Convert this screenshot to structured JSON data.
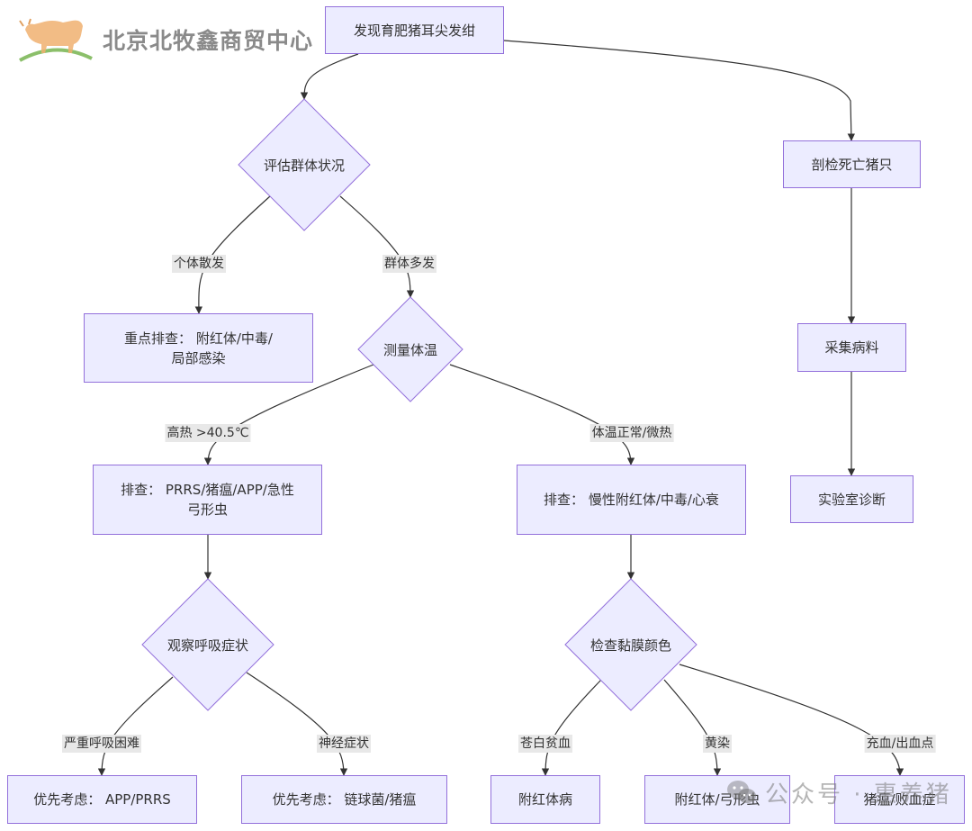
{
  "logo": {
    "text": "北京北牧鑫商贸中心"
  },
  "watermark": {
    "text": "公众号 · 惠养猪"
  },
  "nodes": {
    "start": "发现育肥猪耳尖发绀",
    "assess": "评估群体状况",
    "necropsy": "剖检死亡猪只",
    "individual_check": "重点排查： 附红体/中毒/局部感染",
    "measure_temp": "测量体温",
    "collect": "采集病料",
    "lab": "实验室诊断",
    "high_fever_check": "排查： PRRS/猪瘟/APP/急性弓形虫",
    "normal_temp_check": "排查： 慢性附红体/中毒/心衰",
    "observe_resp": "观察呼吸症状",
    "check_mucosa": "检查黏膜颜色",
    "priority_app": "优先考虑： APP/PRRS",
    "priority_strep": "优先考虑： 链球菌/猪瘟",
    "anemia_result": "附红体病",
    "jaundice_result": "附红体/弓形虫",
    "congestion_result": "猪瘟/败血症"
  },
  "edge_labels": {
    "individual": "个体散发",
    "group": "群体多发",
    "high_fever": "高热 >40.5℃",
    "normal_temp": "体温正常/微热",
    "severe_resp": "严重呼吸困难",
    "neuro": "神经症状",
    "pale": "苍白贫血",
    "yellow": "黄染",
    "congestion": "充血/出血点"
  },
  "colors": {
    "node_fill": "#ECECFF",
    "node_stroke": "#9370DB",
    "edge": "#333333",
    "edge_label_bg": "#e8e8e8"
  }
}
